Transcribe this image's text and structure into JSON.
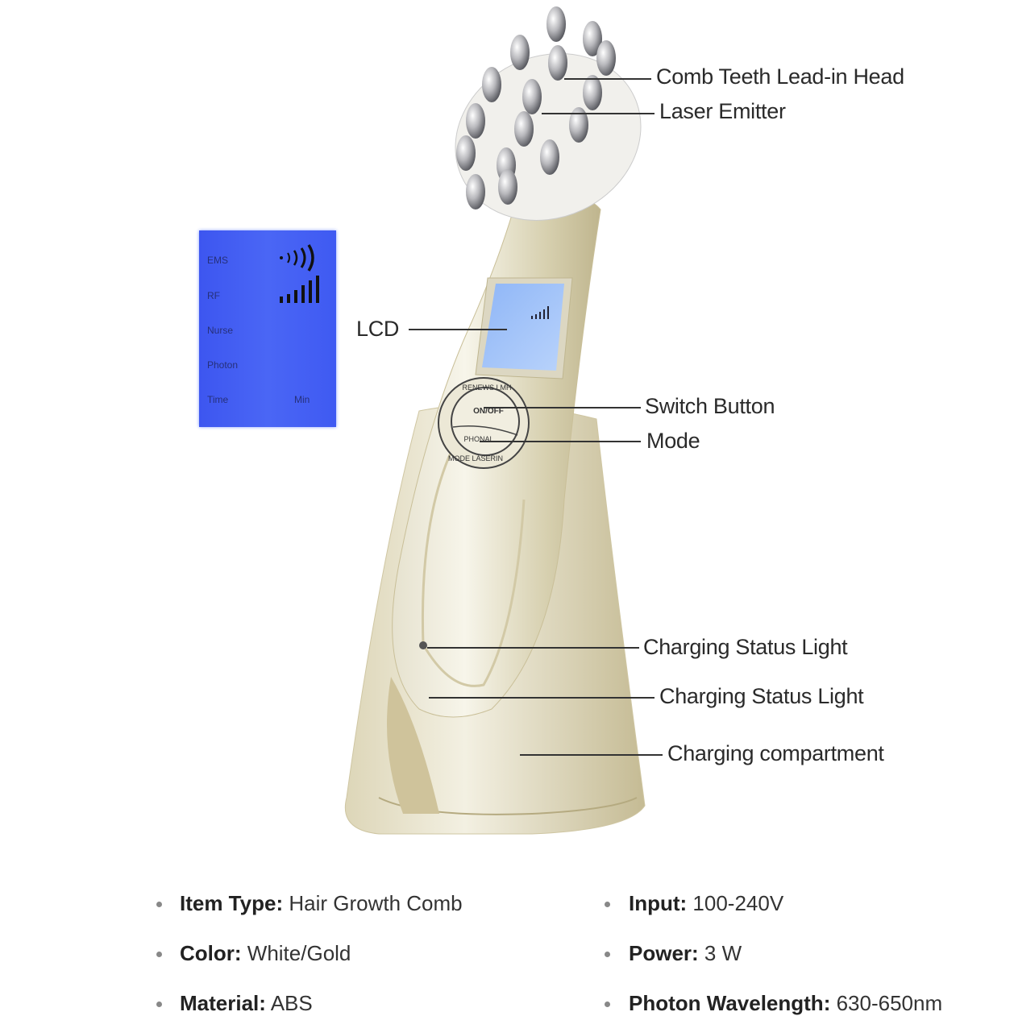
{
  "callouts": {
    "comb_head": "Comb Teeth Lead-in Head",
    "laser_emitter": "Laser Emitter",
    "lcd": "LCD",
    "switch_button": "Switch Button",
    "mode": "Mode",
    "charging_light_1": "Charging Status Light",
    "charging_light_2": "Charging Status Light",
    "charging_compartment": "Charging compartment"
  },
  "lcd_panel": {
    "rows": [
      "EMS",
      "RF",
      "Nurse",
      "Photon",
      "Time"
    ],
    "unit": "Min",
    "color": "#4660f3"
  },
  "button_ring": {
    "top": "RENEWS LMH",
    "center_top": "ON/OFF",
    "center_bottom": "PHONAL",
    "bottom": "MODE LASERIN"
  },
  "specs": [
    {
      "key": "Item Type:",
      "value": "Hair Growth Comb"
    },
    {
      "key": "Input:",
      "value": "100-240V"
    },
    {
      "key": "Color:",
      "value": "White/Gold"
    },
    {
      "key": "Power:",
      "value": "3 W"
    },
    {
      "key": "Material:",
      "value": "ABS"
    },
    {
      "key": "Photon Wavelength:",
      "value": "630-650nm"
    }
  ]
}
